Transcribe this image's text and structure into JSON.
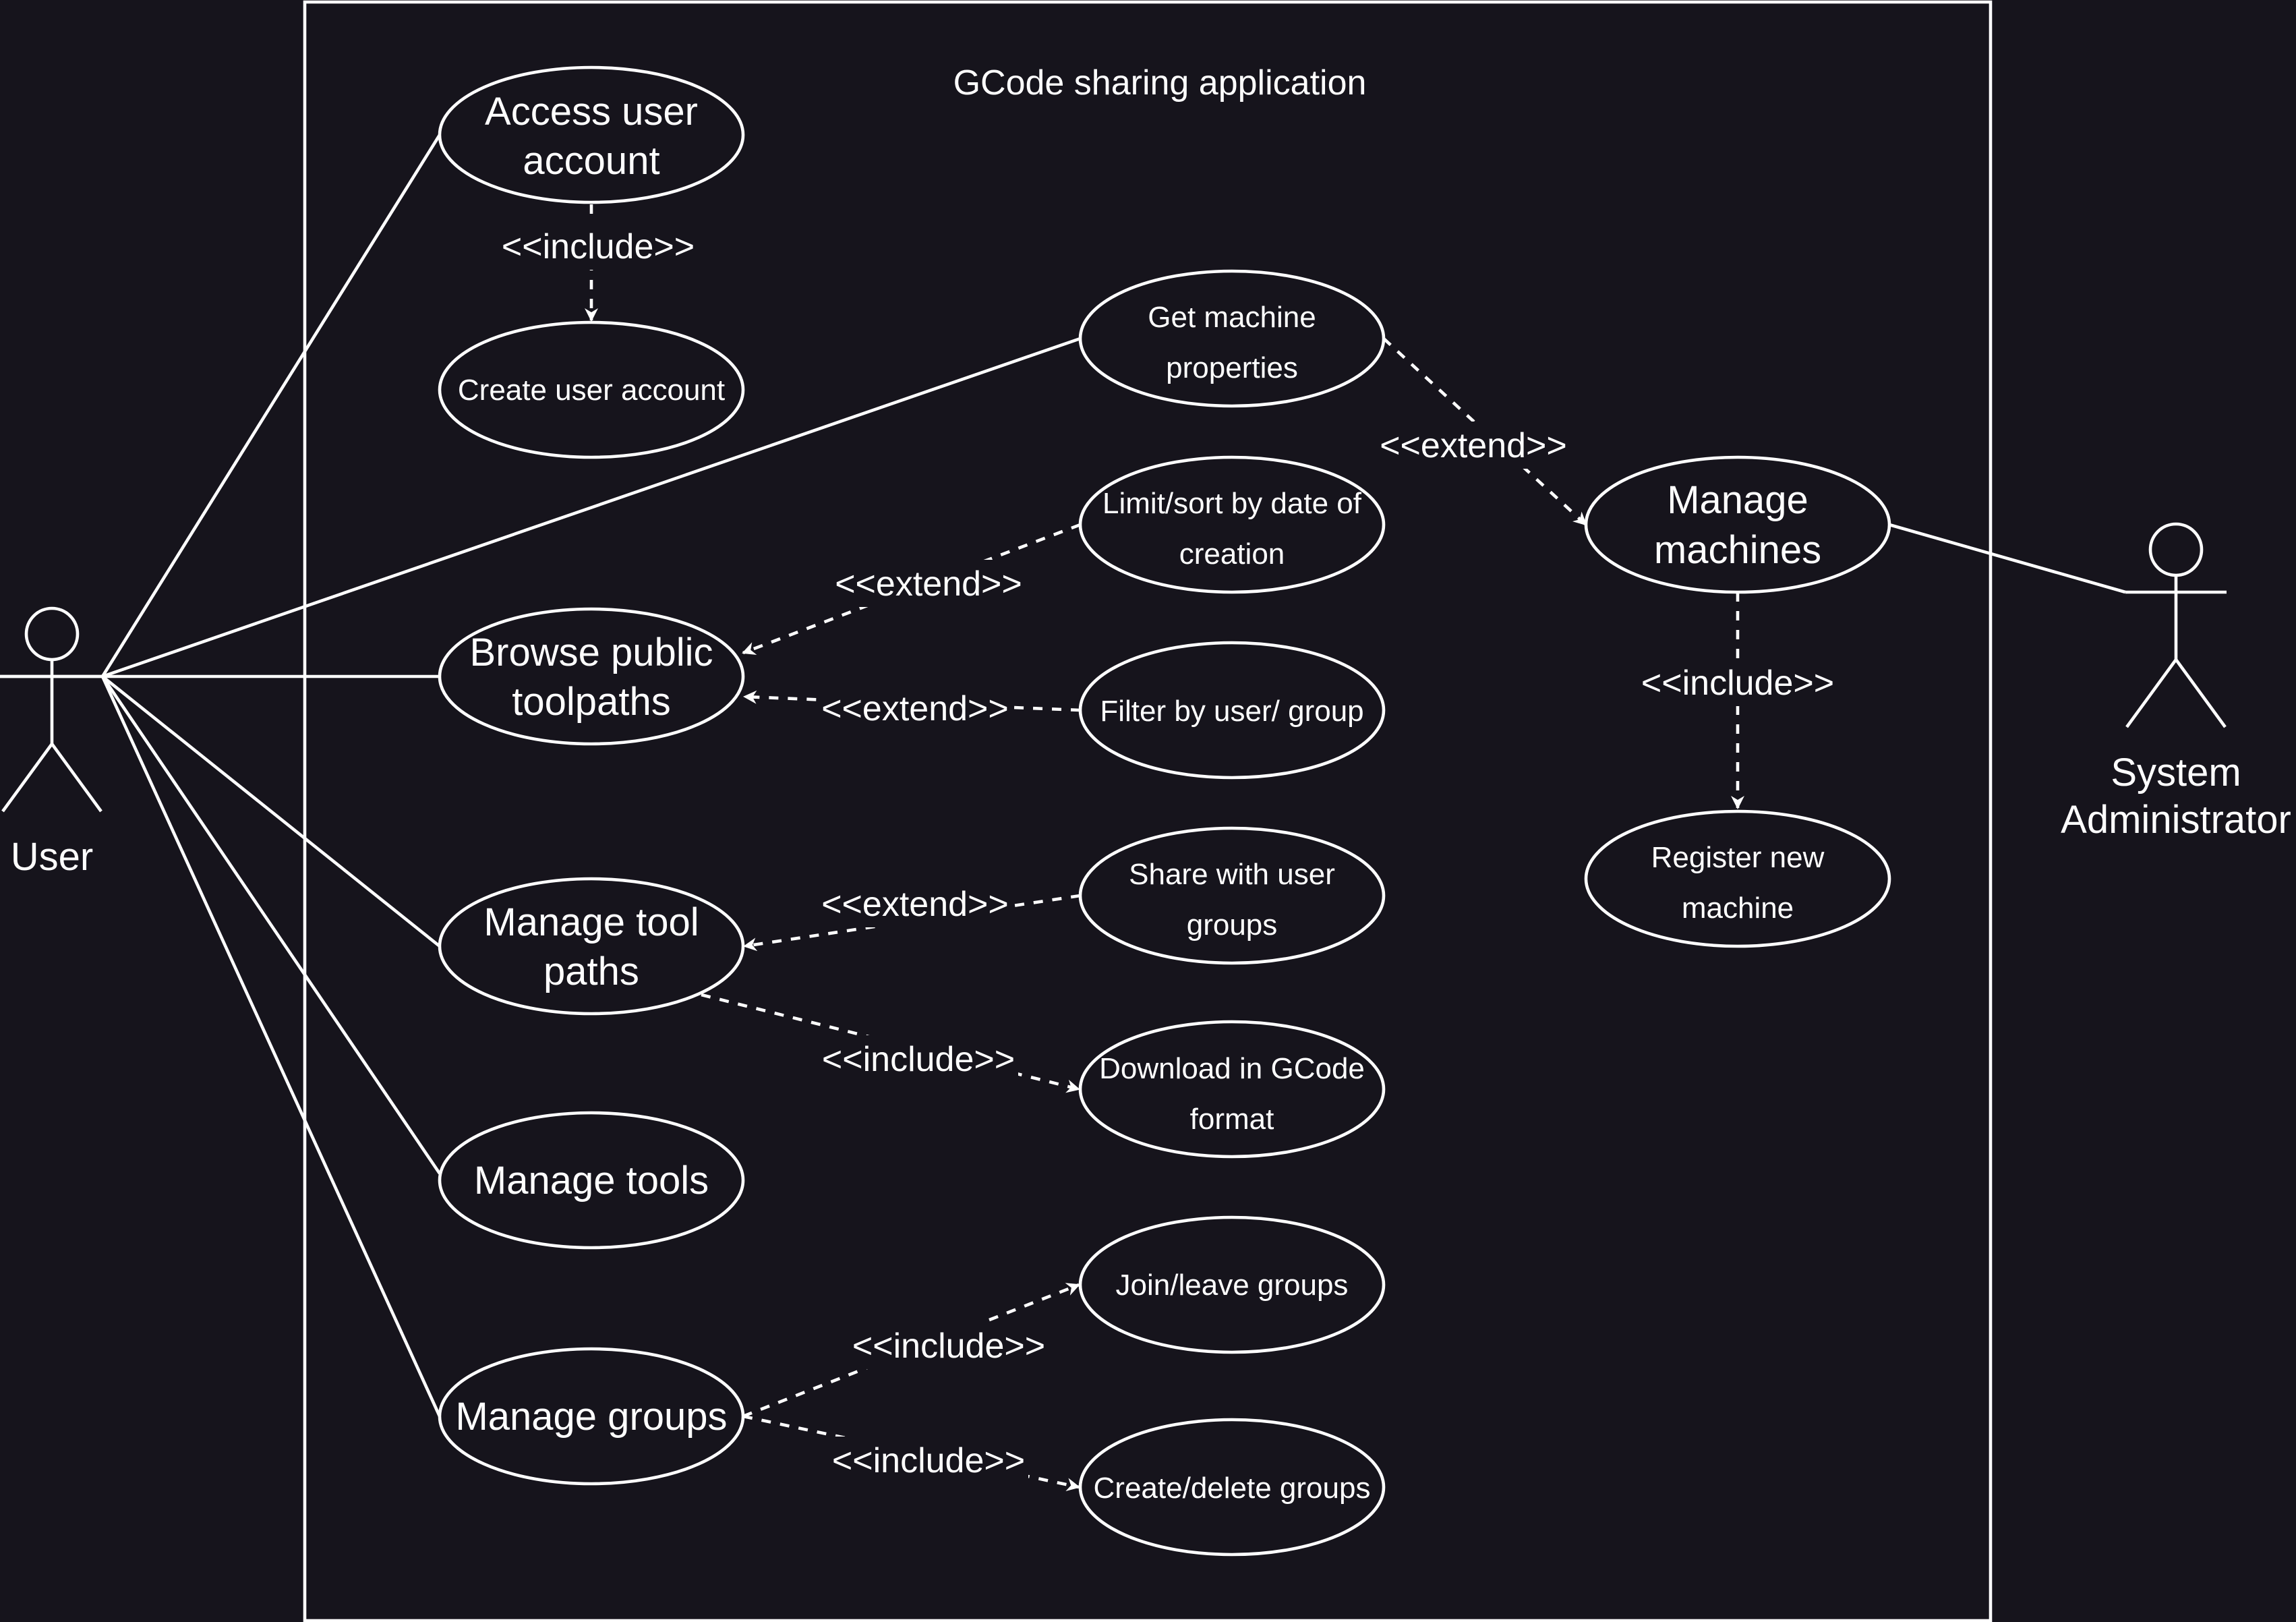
{
  "diagram": {
    "system_title": "GCode sharing application",
    "colors": {
      "background": "#16141c",
      "foreground": "#ffffff"
    },
    "actors": {
      "user": {
        "name": "User"
      },
      "admin": {
        "name_line1": "System",
        "name_line2": "Administrator"
      }
    },
    "use_cases": {
      "access_account": {
        "line1": "Access user",
        "line2": "account"
      },
      "create_account": {
        "line1": "Create user account"
      },
      "get_machine_props": {
        "line1": "Get machine",
        "line2": "properties"
      },
      "limit_sort": {
        "line1": "Limit/sort by date of",
        "line2": "creation"
      },
      "browse_toolpaths": {
        "line1": "Browse public",
        "line2": "toolpaths"
      },
      "filter_user_group": {
        "line1": "Filter by user/ group"
      },
      "manage_toolpaths": {
        "line1": "Manage tool",
        "line2": "paths"
      },
      "share_groups": {
        "line1": "Share with user",
        "line2": "groups"
      },
      "download_gcode": {
        "line1": "Download in GCode",
        "line2": "format"
      },
      "manage_tools": {
        "line1": "Manage tools"
      },
      "join_leave": {
        "line1": "Join/leave groups"
      },
      "manage_groups": {
        "line1": "Manage groups"
      },
      "create_delete_groups": {
        "line1": "Create/delete groups"
      },
      "manage_machines": {
        "line1": "Manage",
        "line2": "machines"
      },
      "register_machine": {
        "line1": "Register new",
        "line2": "machine"
      }
    },
    "relations": {
      "include_create_account": "<<include>>",
      "extend_machine_props": "<<extend>>",
      "extend_limit_sort": "<<extend>>",
      "extend_filter": "<<extend>>",
      "extend_share": "<<extend>>",
      "include_download": "<<include>>",
      "include_join_leave": "<<include>>",
      "include_create_delete": "<<include>>",
      "include_register": "<<include>>"
    }
  }
}
